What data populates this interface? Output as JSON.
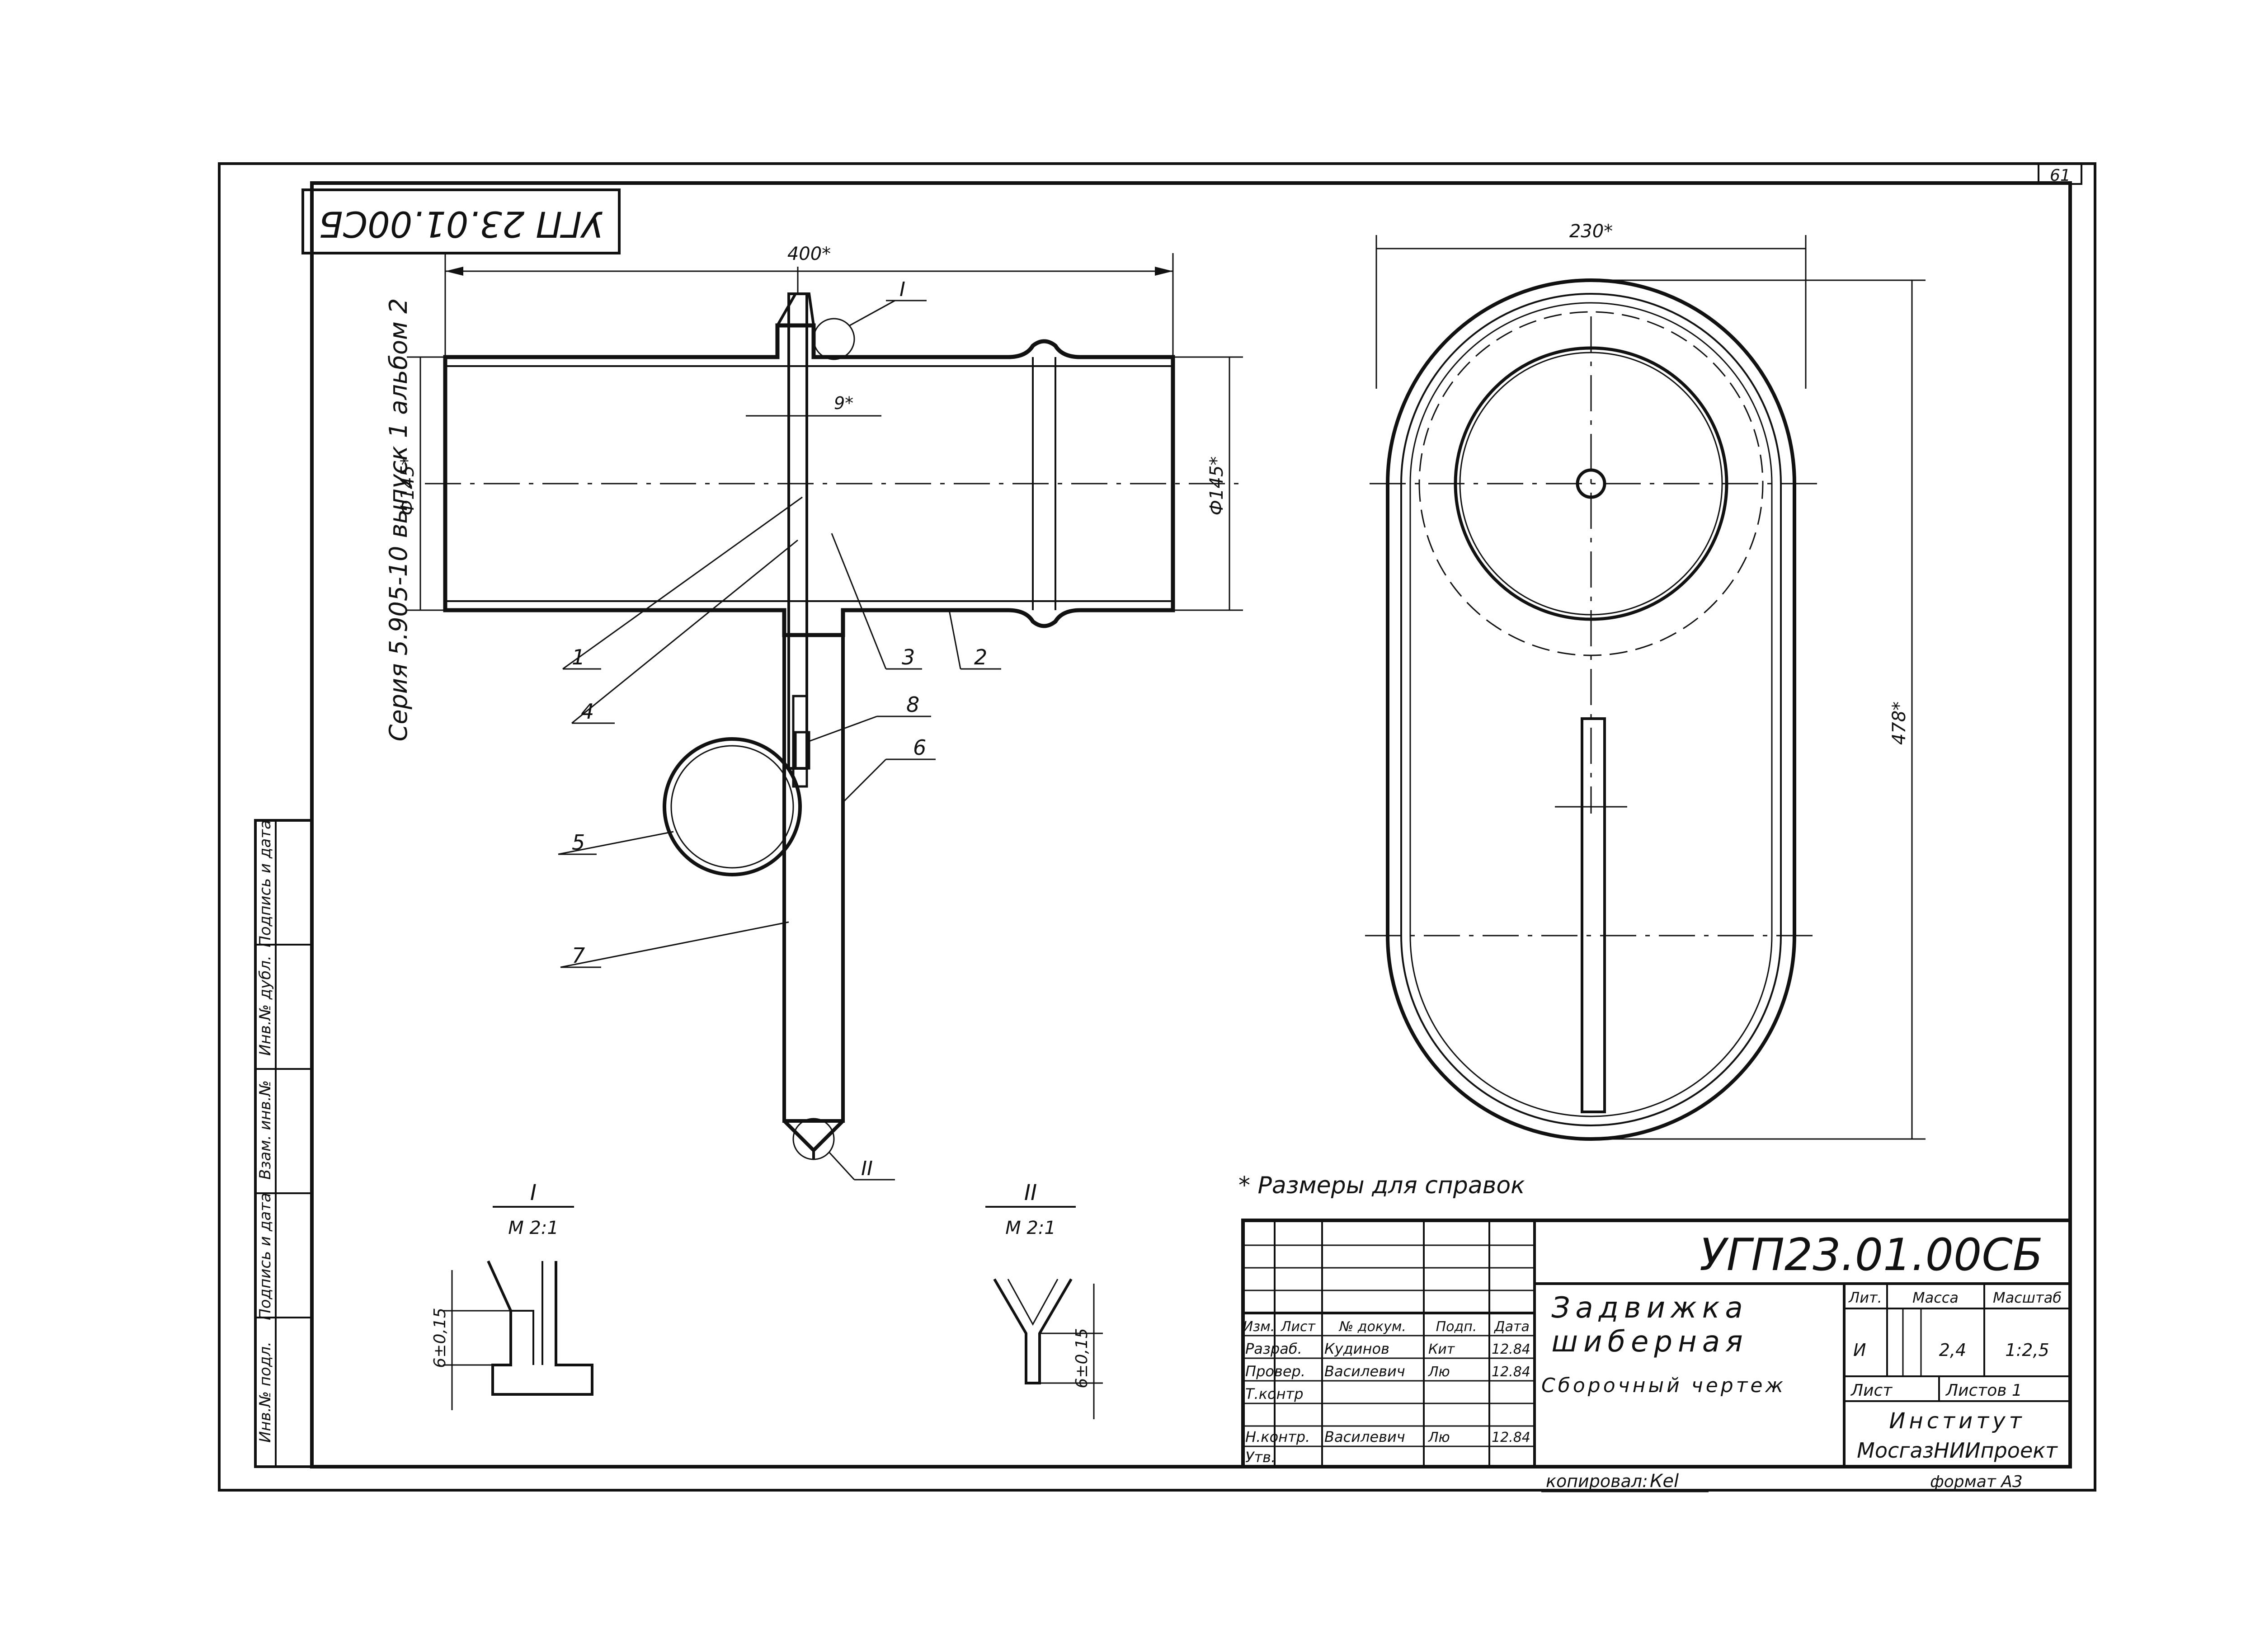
{
  "sheet_number": "61",
  "doc_code_rotated": "УГП 23.01.00СБ",
  "side_series": "Серия 5.905-10 выпуск 1 альбом 2",
  "side_stamp_cells": [
    "Инв.№ подл.",
    "Подпись и дата",
    "Взам. инв.№",
    "Инв.№ дубл.",
    "Подпись и дата"
  ],
  "main_view": {
    "dim_top": "400*",
    "dim_left": "Ф145*",
    "dim_right": "Ф145*",
    "dim_gap": "9*",
    "detail_mark_1": "I",
    "detail_mark_2": "II",
    "callouts": [
      "1",
      "4",
      "3",
      "2",
      "8",
      "6",
      "5",
      "7"
    ]
  },
  "side_view": {
    "dim_width": "230*",
    "dim_height": "478*"
  },
  "detail_1": {
    "title": "I",
    "scale": "М 2:1",
    "dim": "6±0,15"
  },
  "detail_2": {
    "title": "II",
    "scale": "М 2:1",
    "dim": "6±0,15"
  },
  "note": "* Размеры для справок",
  "title_block": {
    "doc_code": "УГП23.01.00СБ",
    "name_line1": "Задвижка",
    "name_line2": "шиберная",
    "doc_type": "Сборочный чертеж",
    "header_cols": [
      "Изм.",
      "Лист",
      "№ докум.",
      "Подп.",
      "Дата"
    ],
    "rows": [
      {
        "role": "Разраб.",
        "name": "Кудинов",
        "sign": "Кит",
        "date": "12.84"
      },
      {
        "role": "Провер.",
        "name": "Василевич",
        "sign": "Лю",
        "date": "12.84"
      },
      {
        "role": "Т.контр",
        "name": "",
        "sign": "",
        "date": ""
      },
      {
        "role": "",
        "name": "",
        "sign": "",
        "date": ""
      },
      {
        "role": "Н.контр.",
        "name": "Василевич",
        "sign": "Лю",
        "date": "12.84"
      },
      {
        "role": "Утв.",
        "name": "",
        "sign": "",
        "date": ""
      }
    ],
    "lit_label": "Лит.",
    "mass_label": "Масса",
    "scale_label": "Масштаб",
    "lit_value": "И",
    "mass_value": "2,4",
    "scale_value": "1:2,5",
    "sheet_label": "Лист",
    "sheets_label": "Листов 1",
    "org_line1": "Институт",
    "org_line2": "МосгазНИИпроект",
    "copied_label": "копировал:",
    "copied_sign": "Кеl",
    "format_label": "формат А3"
  }
}
